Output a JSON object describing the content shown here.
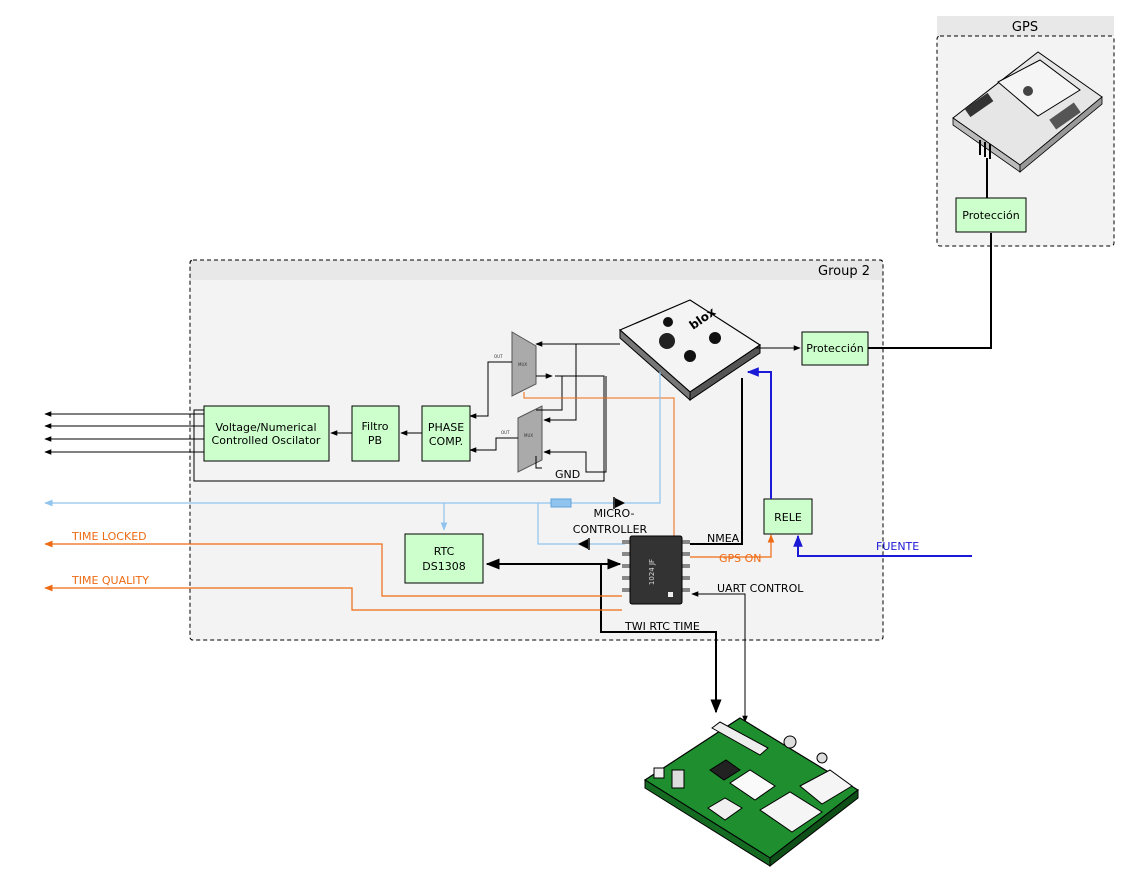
{
  "gps_group": {
    "title": "GPS",
    "protection": "Protección"
  },
  "group2": {
    "title": "Group 2",
    "protection": "Protección",
    "vco": [
      "Voltage/Numerical",
      "Controlled Oscilator"
    ],
    "filter": [
      "Filtro",
      "PB"
    ],
    "phase": [
      "PHASE",
      "COMP."
    ],
    "rtc": [
      "RTC",
      "DS1308"
    ],
    "rele": "RELE",
    "gnd": "GND",
    "micro": [
      "MICRO-",
      "CONTROLLER"
    ],
    "chip_text": "1024 JF",
    "ublox_text": "blox"
  },
  "signals": {
    "nmea": "NMEA",
    "gps_on": "GPS ON",
    "uart": "UART CONTROL",
    "twi": "TWI RTC TIME",
    "fuente": "FUENTE",
    "time_locked": "TIME LOCKED",
    "time_quality": "TIME QUALITY"
  },
  "colors": {
    "orange": "#ee6a12",
    "lightblue": "#90c4ee",
    "blue": "#1a1ad6",
    "box_fill": "#ccffcc",
    "group_fill": "#f3f3f3",
    "header_fill": "#e8e8e8",
    "board_green": "#1e8e2e"
  }
}
